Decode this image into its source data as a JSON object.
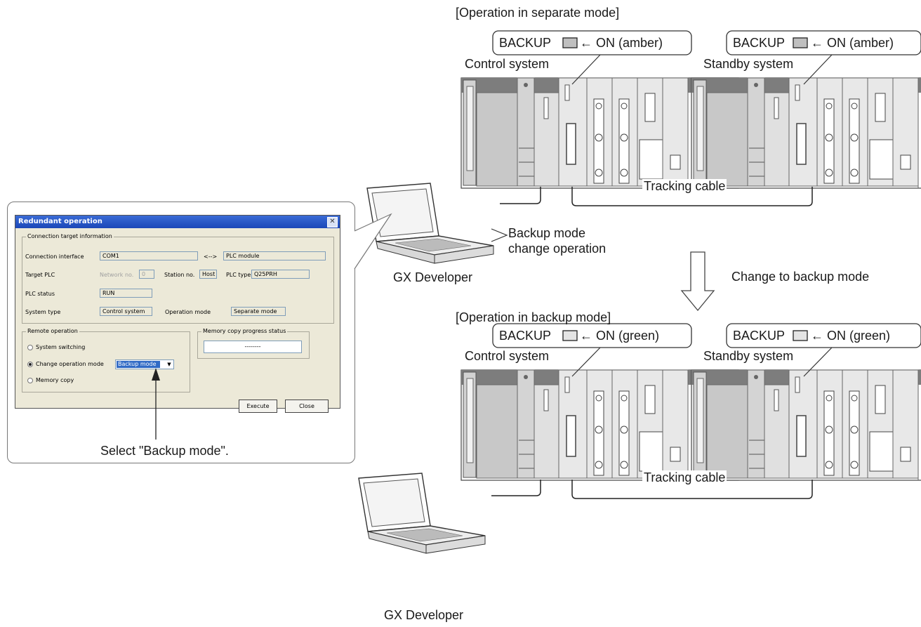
{
  "dialog": {
    "title": "Redundant operation",
    "connection_group": "Connection target information",
    "connection_interface_label": "Connection interface",
    "connection_interface_value": "COM1",
    "connection_arrow": "<-->",
    "connection_target_value": "PLC module",
    "target_plc_label": "Target PLC",
    "network_no_label": "Network no.",
    "network_no_value": "0",
    "station_no_label": "Station no.",
    "station_no_value": "Host",
    "plc_type_label": "PLC type",
    "plc_type_value": "Q25PRH",
    "plc_status_label": "PLC status",
    "plc_status_value": "RUN",
    "system_type_label": "System type",
    "system_type_value": "Control system",
    "operation_mode_label": "Operation mode",
    "operation_mode_value": "Separate mode",
    "remote_group": "Remote operation",
    "opt_system_switching": "System switching",
    "opt_change_mode": "Change operation mode",
    "mode_select_value": "Backup mode",
    "opt_memory_copy": "Memory copy",
    "progress_group": "Memory copy progress status",
    "progress_value": "--------",
    "execute_label": "Execute",
    "close_label": "Close"
  },
  "annotations": {
    "select_backup": "Select \"Backup mode\".",
    "separate_header": "[Operation in separate mode]",
    "backup_header": "[Operation in backup mode]",
    "backup_amber": "BACKUP",
    "on_amber": "← ON (amber)",
    "backup_green": "BACKUP",
    "on_green": "← ON (green)",
    "control_system": "Control system",
    "standby_system": "Standby system",
    "tracking_cable": "Tracking cable",
    "backup_mode_change_line1": "Backup mode",
    "backup_mode_change_line2": "change operation",
    "gx_developer": "GX Developer",
    "change_to_backup": "Change to backup mode"
  }
}
